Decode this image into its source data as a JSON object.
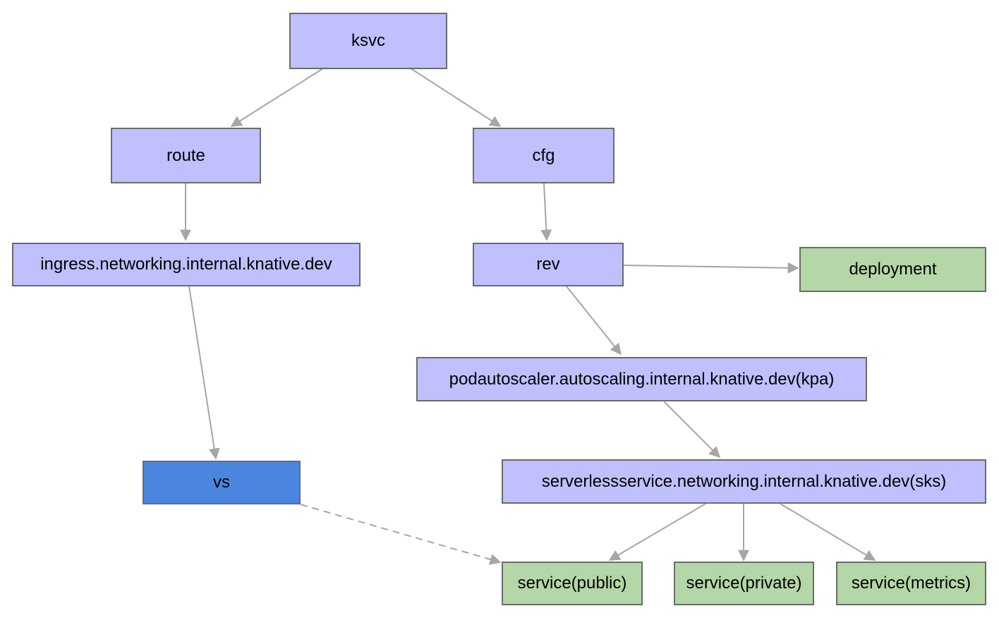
{
  "colors": {
    "crd": "#c0c0ff",
    "builtin": "#b5d6a7",
    "external": "#4a86e0",
    "edge": "#a6a6a6",
    "border": "#6b6b6b"
  },
  "nodes": {
    "ksvc": "ksvc",
    "route": "route",
    "cfg": "cfg",
    "ingress": "ingress.networking.internal.knative.dev",
    "rev": "rev",
    "deployment": "deployment",
    "kpa": "podautoscaler.autoscaling.internal.knative.dev(kpa)",
    "vs": "vs",
    "sks": "serverlessservice.networking.internal.knative.dev(sks)",
    "service_public": "service(public)",
    "service_private": "service(private)",
    "service_metrics": "service(metrics)"
  },
  "edges": [
    {
      "from": "ksvc",
      "to": "route",
      "style": "solid"
    },
    {
      "from": "ksvc",
      "to": "cfg",
      "style": "solid"
    },
    {
      "from": "route",
      "to": "ingress",
      "style": "solid"
    },
    {
      "from": "cfg",
      "to": "rev",
      "style": "solid"
    },
    {
      "from": "rev",
      "to": "deployment",
      "style": "solid"
    },
    {
      "from": "rev",
      "to": "kpa",
      "style": "solid"
    },
    {
      "from": "ingress",
      "to": "vs",
      "style": "solid"
    },
    {
      "from": "kpa",
      "to": "sks",
      "style": "solid"
    },
    {
      "from": "sks",
      "to": "service_public",
      "style": "solid"
    },
    {
      "from": "sks",
      "to": "service_private",
      "style": "solid"
    },
    {
      "from": "sks",
      "to": "service_metrics",
      "style": "solid"
    },
    {
      "from": "vs",
      "to": "service_public",
      "style": "dashed"
    }
  ]
}
